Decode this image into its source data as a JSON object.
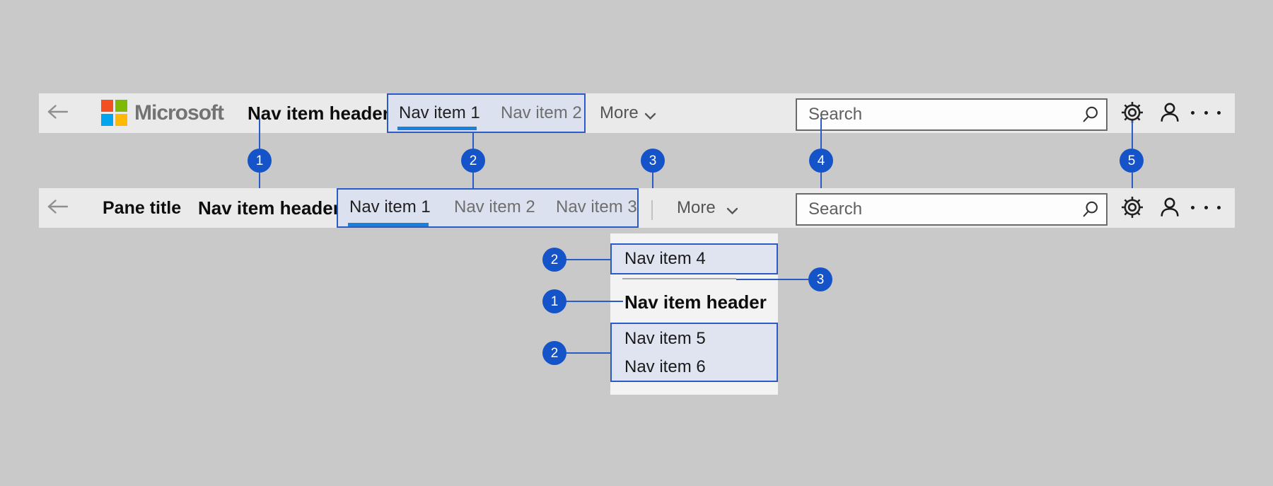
{
  "brand": {
    "name": "Microsoft"
  },
  "top_bar": {
    "nav_item_header": "Nav item header",
    "nav_item_1": "Nav item 1",
    "nav_item_2": "Nav item 2",
    "more_label": "More",
    "search_placeholder": "Search"
  },
  "pane_bar": {
    "pane_title": "Pane title",
    "nav_item_header": "Nav item header",
    "nav_item_1": "Nav item 1",
    "nav_item_2": "Nav item 2",
    "nav_item_3": "Nav item 3",
    "more_label": "More",
    "search_placeholder": "Search"
  },
  "dropdown": {
    "nav_item_4": "Nav item 4",
    "nav_item_header": "Nav item header",
    "nav_item_5": "Nav item 5",
    "nav_item_6": "Nav item 6"
  },
  "callouts": {
    "c1": "1",
    "c2": "2",
    "c3": "3",
    "c4": "4",
    "c5": "5",
    "dropdown_item_top": "2",
    "dropdown_header": "1",
    "dropdown_items_bottom": "2",
    "dropdown_separator": "3"
  },
  "icons": {
    "back": "back-arrow-icon",
    "search": "search-icon",
    "settings": "gear-icon",
    "account": "person-icon",
    "overflow": "ellipsis-icon",
    "chevron": "chevron-down-icon"
  },
  "colors": {
    "annotation_blue": "#2b5cc6",
    "callout_circle_blue": "#1453c8",
    "selected_underline_blue": "#1b80da",
    "bar_background": "#eaeaea",
    "page_background": "#c9c9c9",
    "panel_background": "#f3f3f3",
    "highlight_fill": "#dbe1ee",
    "logo_red": "#f25022",
    "logo_green": "#7fba00",
    "logo_blue": "#00a4ef",
    "logo_yellow": "#ffb900"
  }
}
